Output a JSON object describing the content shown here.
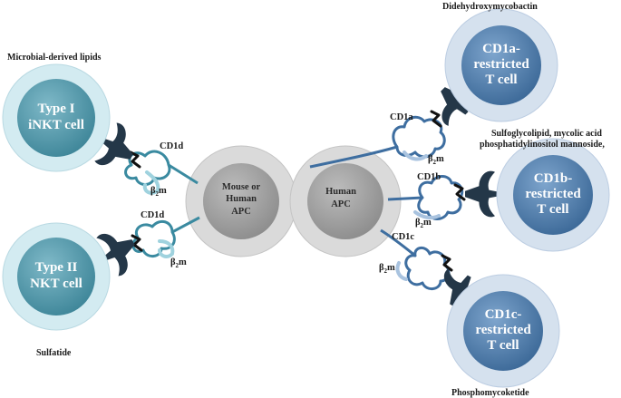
{
  "colors": {
    "cell_outer_teal": "#d2eaf0",
    "cell_inner_teal": "#4f98ab",
    "cell_outer_blue": "#d4e0ee",
    "cell_inner_blue": "#4a77a8",
    "apc_outer": "#d9d9d9",
    "apc_inner": "#9a9a9a",
    "receptor": "#243748",
    "lipid": "#111111",
    "cd1_teal": "#3a8aa0",
    "cd1_blue": "#3e6ea0",
    "b2m_teal": "#9fd2de",
    "b2m_blue": "#a9c3df"
  },
  "cells": {
    "type1_inkt": {
      "line1": "Type I",
      "line2": "iNKT cell"
    },
    "type2_nkt": {
      "line1": "Type II",
      "line2": "NKT cell"
    },
    "cd1a": {
      "line1": "CD1a-",
      "line2": "restricted",
      "line3": "T cell"
    },
    "cd1b": {
      "line1": "CD1b-",
      "line2": "restricted",
      "line3": "T cell"
    },
    "cd1c": {
      "line1": "CD1c-",
      "line2": "restricted",
      "line3": "T cell"
    }
  },
  "apcs": {
    "mouse_human": {
      "line1": "Mouse or",
      "line2": "Human",
      "line3": "APC"
    },
    "human": {
      "line1": "Human",
      "line2": "APC"
    }
  },
  "antigens": {
    "microbial_lipids": "Microbial-derived lipids",
    "sulfatide": "Sulfatide",
    "didehydroxymycobactin": "Didehydroxymycobactin",
    "sulfoglycolipid_line1": "Sulfoglycolipid, mycolic acid",
    "sulfoglycolipid_line2": "phosphatidylinositol mannoside,",
    "phosphomycoketide": "Phosphomycoketide"
  },
  "molecules": {
    "cd1d_top": "CD1d",
    "cd1d_bottom": "CD1d",
    "cd1a": "CD1a",
    "cd1b": "CD1b",
    "cd1c": "CD1c",
    "b2m_base": "β",
    "b2m_sub": "2",
    "b2m_tail": "m"
  }
}
